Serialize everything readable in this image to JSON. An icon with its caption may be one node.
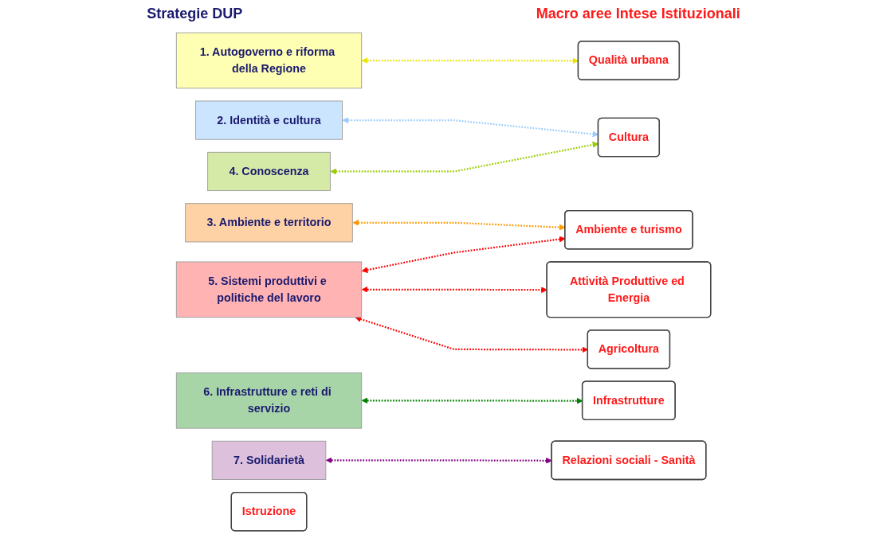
{
  "diagram": {
    "nodes": [
      {
        "text": [
          "1. Autogoverno e riforma della Regione"
        ]
      },
      {
        "text": [
          "2. Identità e cultura"
        ]
      },
      {
        "text": [
          "3. Ambiente e territorio"
        ]
      },
      {
        "text": [
          "4. Conoscenza"
        ]
      },
      {
        "text": [
          "5. Sistemi produttivi e politiche del lavoro"
        ]
      },
      {
        "text": [
          "6. Infrastrutture e reti di servizio"
        ]
      },
      {
        "text": [
          "7. Solidarietà"
        ]
      },
      {
        "text": [
          "Infrastrutture"
        ]
      },
      {
        "text": [
          "Attività Produttive ed Energia"
        ]
      },
      {
        "text": [
          "Cultura"
        ]
      },
      {
        "text": [
          "Istruzione"
        ]
      },
      {
        "text": [
          "Ambiente e turismo"
        ]
      },
      {
        "text": [
          "Agricoltura"
        ]
      },
      {
        "text": [
          "Qualità urbana"
        ]
      },
      {
        "text": [
          "Relazioni sociali - Sanità"
        ]
      }
    ],
    "edges": [
      {
        "from": 0,
        "to": 13,
        "arrow": "both",
        "style": "dashed",
        "color": "#e6e600"
      },
      {
        "from": 5,
        "to": 7,
        "arrow": "both",
        "style": "dashed",
        "color": "#008000"
      },
      {
        "from": 4,
        "to": 8,
        "arrow": "both",
        "style": "dashed",
        "color": "#ff0000"
      },
      {
        "from": 1,
        "to": 9,
        "arrow": "both",
        "style": "dashed",
        "color": "#99ccff"
      },
      {
        "from": 3,
        "to": 9,
        "arrow": "both",
        "style": "dashed",
        "color": "#99cc00"
      },
      {
        "from": 2,
        "to": 11,
        "arrow": "both",
        "style": "dashed",
        "color": "#ff9900"
      },
      {
        "from": 4,
        "to": 11,
        "arrow": "both",
        "style": "dashed",
        "color": "#ff0000"
      },
      {
        "from": 4,
        "to": 12,
        "arrow": "both",
        "style": "dashed",
        "color": "#ff0000"
      },
      {
        "from": 6,
        "to": 14,
        "arrow": "both",
        "style": "dashed",
        "color": "#800080"
      }
    ],
    "labels": [
      "Strategie DUP",
      "Macro aree Intese Istituzionali"
    ]
  }
}
